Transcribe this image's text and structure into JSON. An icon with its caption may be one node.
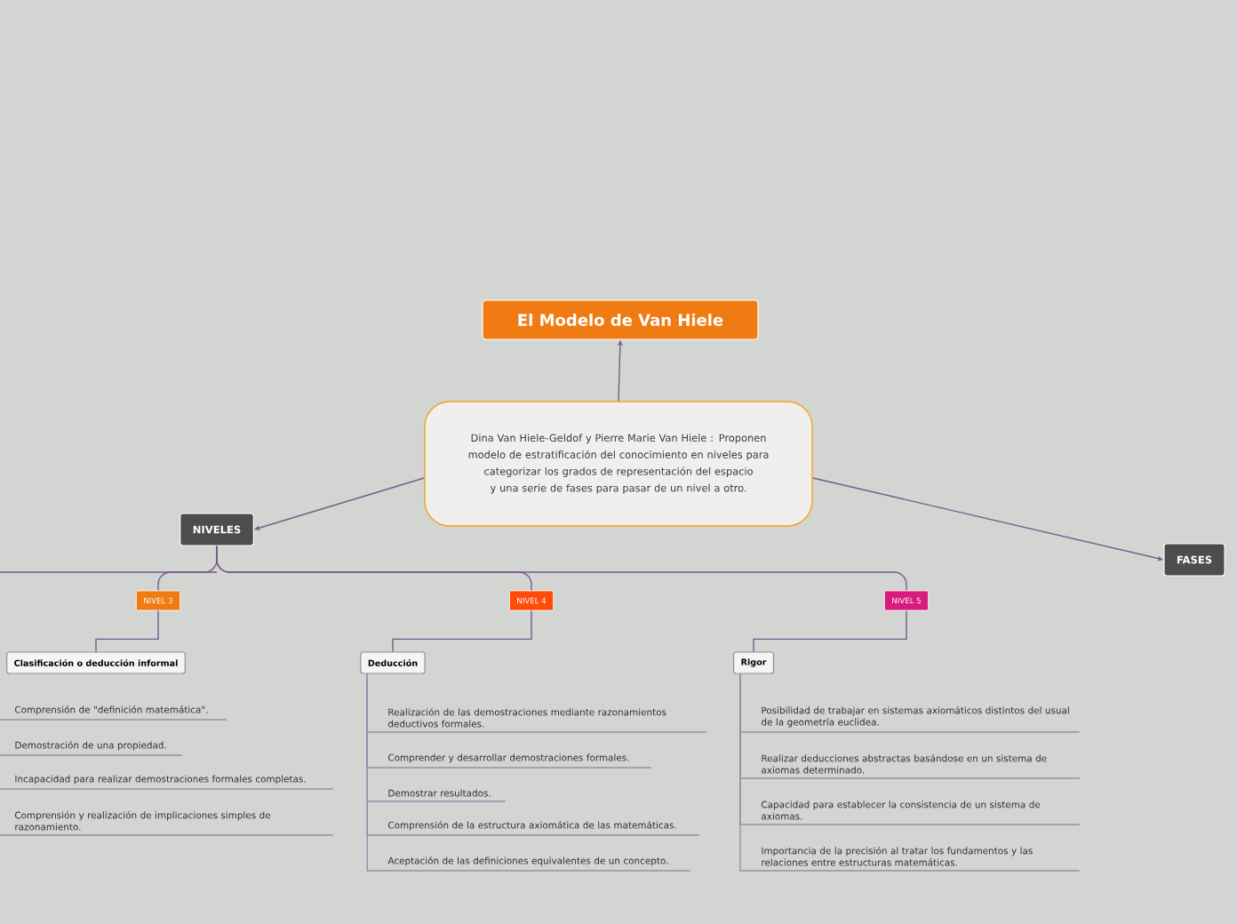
{
  "diagram": {
    "nodes": [
      {
        "text": [
          "El Modelo de Van Hiele"
        ]
      },
      {
        "text": [
          "Dina Van Hiele-Geldof y Pierre Marie Van Hiele : Proponen modelo de estratificación del conocimiento en niveles para categorizar los grados de representación del espacio y una serie de fases para pasar de un nivel a otro."
        ]
      },
      {
        "text": [
          "NIVELES"
        ]
      },
      {
        "text": [
          "FASES"
        ]
      },
      {
        "text": [
          "NIVEL 3"
        ]
      },
      {
        "text": [
          "NIVEL 4"
        ]
      },
      {
        "text": [
          "NIVEL 5"
        ]
      },
      {
        "text": [
          "Clasificación o deducción informal"
        ]
      },
      {
        "text": [
          "Comprensión de \"definición matemática\"."
        ]
      },
      {
        "text": [
          "Demostración de una propiedad."
        ]
      },
      {
        "text": [
          "Incapacidad para realizar demostraciones  formales completas."
        ]
      },
      {
        "text": [
          "Comprensión y realización de implicaciones simples de razonamiento."
        ]
      },
      {
        "text": [
          "Deducción"
        ]
      },
      {
        "text": [
          "Realización de las demostraciones mediante razonamientos deductivos formales."
        ]
      },
      {
        "text": [
          "Comprender y desarrollar demostraciones formales."
        ]
      },
      {
        "text": [
          "Demostrar resultados."
        ]
      },
      {
        "text": [
          "Comprensión de la estructura axiomática de las matemáticas."
        ]
      },
      {
        "text": [
          "Aceptación de las definiciones equivalentes de un concepto."
        ]
      },
      {
        "text": [
          "Rigor"
        ]
      },
      {
        "text": [
          "Posibilidad de trabajar en sistemas axiomáticos distintos del usual de la geometría euclidea."
        ]
      },
      {
        "text": [
          "Realizar deducciones abstractas basándose en un sistema de axiomas determinado."
        ]
      },
      {
        "text": [
          "Capacidad para establecer la consistencia de un sistema de axiomas."
        ]
      },
      {
        "text": [
          "Importancia de la precisión al tratar los fundamentos y las relaciones entre estructuras matemáticas."
        ]
      }
    ],
    "edges": [
      {
        "from": 1,
        "to": 0,
        "arrow": "to"
      },
      {
        "from": 1,
        "to": 2,
        "arrow": "to"
      },
      {
        "from": 1,
        "to": 3,
        "arrow": "to"
      },
      {
        "from": 2,
        "to": 4,
        "arrow": "none"
      },
      {
        "from": 2,
        "to": 5,
        "arrow": "none"
      },
      {
        "from": 2,
        "to": 6,
        "arrow": "none"
      },
      {
        "from": 4,
        "to": 7,
        "arrow": "none"
      },
      {
        "from": 7,
        "to": 8,
        "arrow": "none"
      },
      {
        "from": 7,
        "to": 9,
        "arrow": "none"
      },
      {
        "from": 7,
        "to": 10,
        "arrow": "none"
      },
      {
        "from": 7,
        "to": 11,
        "arrow": "none"
      },
      {
        "from": 5,
        "to": 12,
        "arrow": "none"
      },
      {
        "from": 12,
        "to": 13,
        "arrow": "none"
      },
      {
        "from": 12,
        "to": 14,
        "arrow": "none"
      },
      {
        "from": 12,
        "to": 15,
        "arrow": "none"
      },
      {
        "from": 12,
        "to": 16,
        "arrow": "none"
      },
      {
        "from": 12,
        "to": 17,
        "arrow": "none"
      },
      {
        "from": 6,
        "to": 18,
        "arrow": "none"
      },
      {
        "from": 18,
        "to": 19,
        "arrow": "none"
      },
      {
        "from": 18,
        "to": 20,
        "arrow": "none"
      },
      {
        "from": 18,
        "to": 21,
        "arrow": "none"
      },
      {
        "from": 18,
        "to": 22,
        "arrow": "none"
      }
    ]
  }
}
